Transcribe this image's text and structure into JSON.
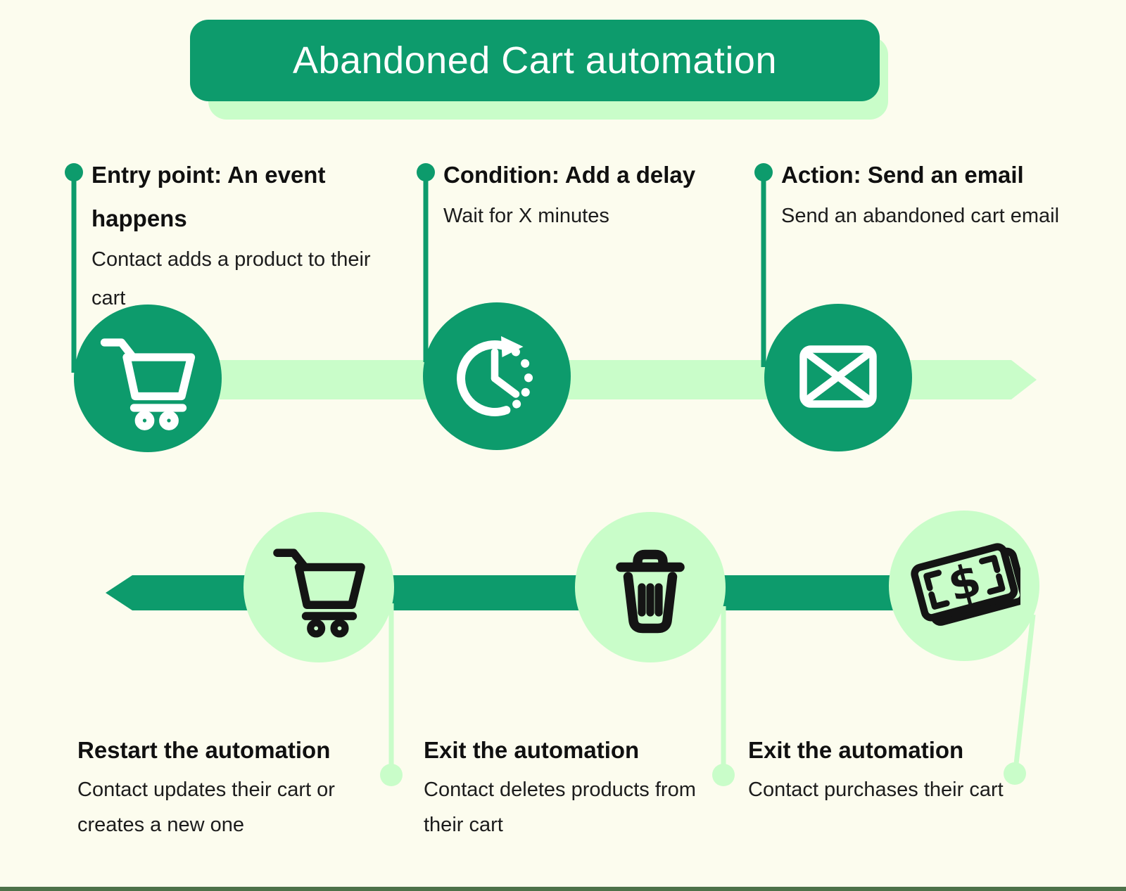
{
  "title": {
    "text": "Abandoned Cart automation"
  },
  "colors": {
    "background": "#fcfcee",
    "accent_green": "#0d9b6c",
    "light_green": "#c9fdc9",
    "title_text": "#ffffff",
    "heading_text": "#101010",
    "body_text": "#1c1c1c",
    "icon_black": "#141414",
    "footer_bar": "#4d7249"
  },
  "top_steps": [
    {
      "heading": "Entry point: An event\nhappens",
      "body": "Contact adds a product to their\ncart",
      "icon": "shopping-cart-icon"
    },
    {
      "heading": "Condition: Add a delay",
      "body": "Wait for X minutes",
      "icon": "clock-delay-icon"
    },
    {
      "heading": "Action: Send an email",
      "body": "Send an abandoned cart email",
      "icon": "email-envelope-icon"
    }
  ],
  "bottom_steps": [
    {
      "heading": "Restart the automation",
      "body": "Contact updates their cart or\ncreates a new one",
      "icon": "shopping-cart-icon"
    },
    {
      "heading": "Exit the automation",
      "body": "Contact deletes products from\ntheir cart",
      "icon": "trash-icon"
    },
    {
      "heading": "Exit the automation",
      "body": "Contact purchases their cart",
      "icon": "money-bills-icon"
    }
  ]
}
